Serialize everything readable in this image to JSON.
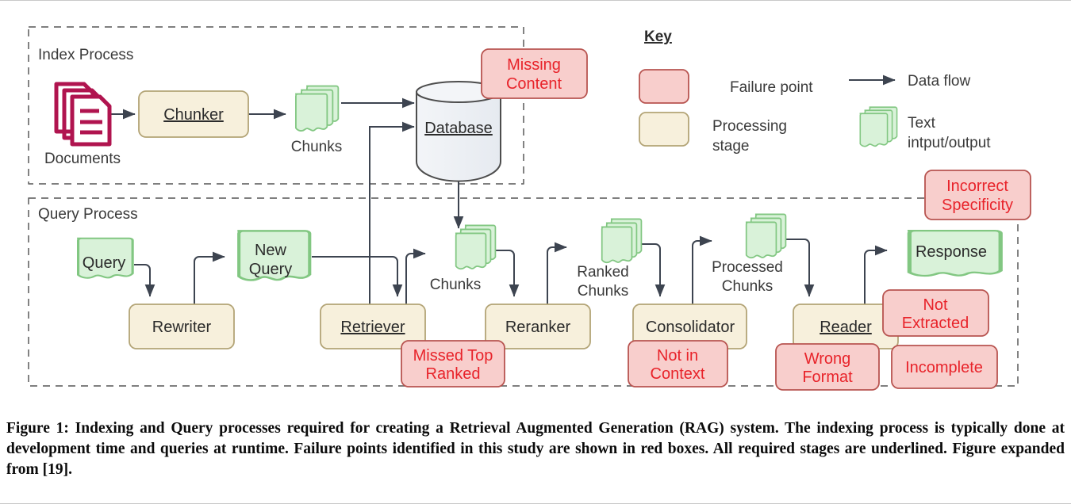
{
  "figure": {
    "caption": "Figure 1: Indexing and Query processes required for creating a Retrieval Augmented Generation (RAG) system. The indexing process is typically done at development time and queries at runtime. Failure points identified in this study are shown in red boxes. All required stages are underlined. Figure expanded from [19]."
  },
  "colors": {
    "failure_fill": "#f8cecc",
    "failure_stroke": "#b85450",
    "failure_text": "#e8232a",
    "stage_fill": "#f7f0dc",
    "stage_stroke": "#b3a476",
    "text_fill": "#d9f2d9",
    "text_stroke": "#82c782",
    "database_fill": "#eceff3",
    "database_stroke": "#4d4d4d",
    "documents_icon": "#b0144f",
    "flow_line": "#3d4450",
    "group_dash": "#6d6d6d"
  },
  "groups": {
    "index": {
      "label": "Index Process"
    },
    "query": {
      "label": "Query Process"
    }
  },
  "key": {
    "title": "Key",
    "items": [
      {
        "name": "failure-point",
        "label": "Failure point",
        "swatch": "failure"
      },
      {
        "name": "processing-stage",
        "label": "Processing stage",
        "label_line1": "Processing",
        "label_line2": "stage",
        "swatch": "stage"
      },
      {
        "name": "data-flow",
        "label": "Data flow",
        "swatch": "arrow"
      },
      {
        "name": "text-io",
        "label": "Text intput/output",
        "label_line1": "Text",
        "label_line2": "intput/output",
        "swatch": "chunks"
      }
    ]
  },
  "index_process": {
    "documents": {
      "label": "Documents",
      "type": "icon-documents"
    },
    "chunker": {
      "label": "Chunker",
      "type": "stage",
      "required": true
    },
    "chunks": {
      "label": "Chunks",
      "type": "text-io"
    },
    "database": {
      "label": "Database",
      "type": "database",
      "required": true
    },
    "missing_content": {
      "label_line1": "Missing",
      "label_line2": "Content",
      "label": "Missing Content",
      "type": "failure"
    }
  },
  "query_process": {
    "query": {
      "label": "Query",
      "type": "text-io"
    },
    "rewriter": {
      "label": "Rewriter",
      "type": "stage",
      "required": false
    },
    "new_query": {
      "label_line1": "New",
      "label_line2": "Query",
      "label": "New Query",
      "type": "text-io"
    },
    "retriever": {
      "label": "Retriever",
      "type": "stage",
      "required": true
    },
    "chunks": {
      "label": "Chunks",
      "type": "text-io"
    },
    "reranker": {
      "label": "Reranker",
      "type": "stage",
      "required": false
    },
    "ranked_chunks": {
      "label_line1": "Ranked",
      "label_line2": "Chunks",
      "label": "Ranked Chunks",
      "type": "text-io"
    },
    "consolidator": {
      "label": "Consolidator",
      "type": "stage",
      "required": false
    },
    "processed_chunks": {
      "label_line1": "Processed",
      "label_line2": "Chunks",
      "label": "Processed Chunks",
      "type": "text-io"
    },
    "reader": {
      "label": "Reader",
      "type": "stage",
      "required": true
    },
    "response": {
      "label": "Response",
      "type": "text-io"
    },
    "failures": [
      {
        "name": "missed-top-ranked",
        "label_line1": "Missed Top",
        "label_line2": "Ranked",
        "label": "Missed Top Ranked"
      },
      {
        "name": "not-in-context",
        "label_line1": "Not in",
        "label_line2": "Context",
        "label": "Not in Context"
      },
      {
        "name": "wrong-format",
        "label_line1": "Wrong",
        "label_line2": "Format",
        "label": "Wrong Format"
      },
      {
        "name": "not-extracted",
        "label_line1": "Not",
        "label_line2": "Extracted",
        "label": "Not Extracted"
      },
      {
        "name": "incomplete",
        "label_line1": "Incomplete",
        "label_line2": "",
        "label": "Incomplete"
      },
      {
        "name": "incorrect-specificity",
        "label_line1": "Incorrect",
        "label_line2": "Specificity",
        "label": "Incorrect Specificity"
      }
    ]
  }
}
